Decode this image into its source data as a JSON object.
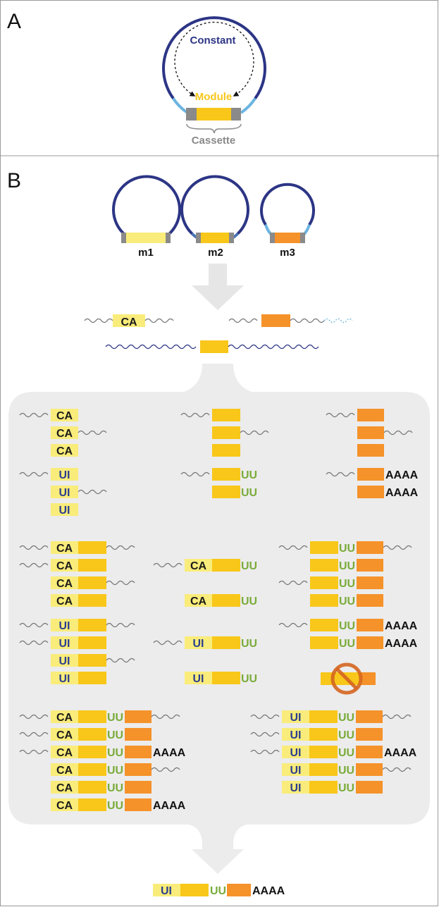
{
  "panels": {
    "a": "A",
    "b": "B"
  },
  "plasmid": {
    "constant": "Constant",
    "module": "Module",
    "cassette": "Cassette"
  },
  "plasmids": [
    "m1",
    "m2",
    "m3"
  ],
  "tags": {
    "ca": "CA",
    "ui": "UI",
    "uu": "UU",
    "polya": "AAAA"
  },
  "final": {
    "ui": "UI",
    "uu": "UU",
    "polya": "AAAA"
  },
  "colors": {
    "dark_blue": "#2c3585",
    "mid_blue": "#4a73b4",
    "light_blue": "#6cb4e0",
    "yellow": "#f8c71a",
    "light_yellow": "#f9ec7a",
    "orange": "#f5922a",
    "gray": "#8a8a8a",
    "green": "#7aab3a",
    "panel_bg": "#ececec",
    "no_sign": "#d5651f"
  },
  "icons": [
    "no-entry-icon",
    "down-arrow-icon",
    "dashed-arrow-icon"
  ]
}
